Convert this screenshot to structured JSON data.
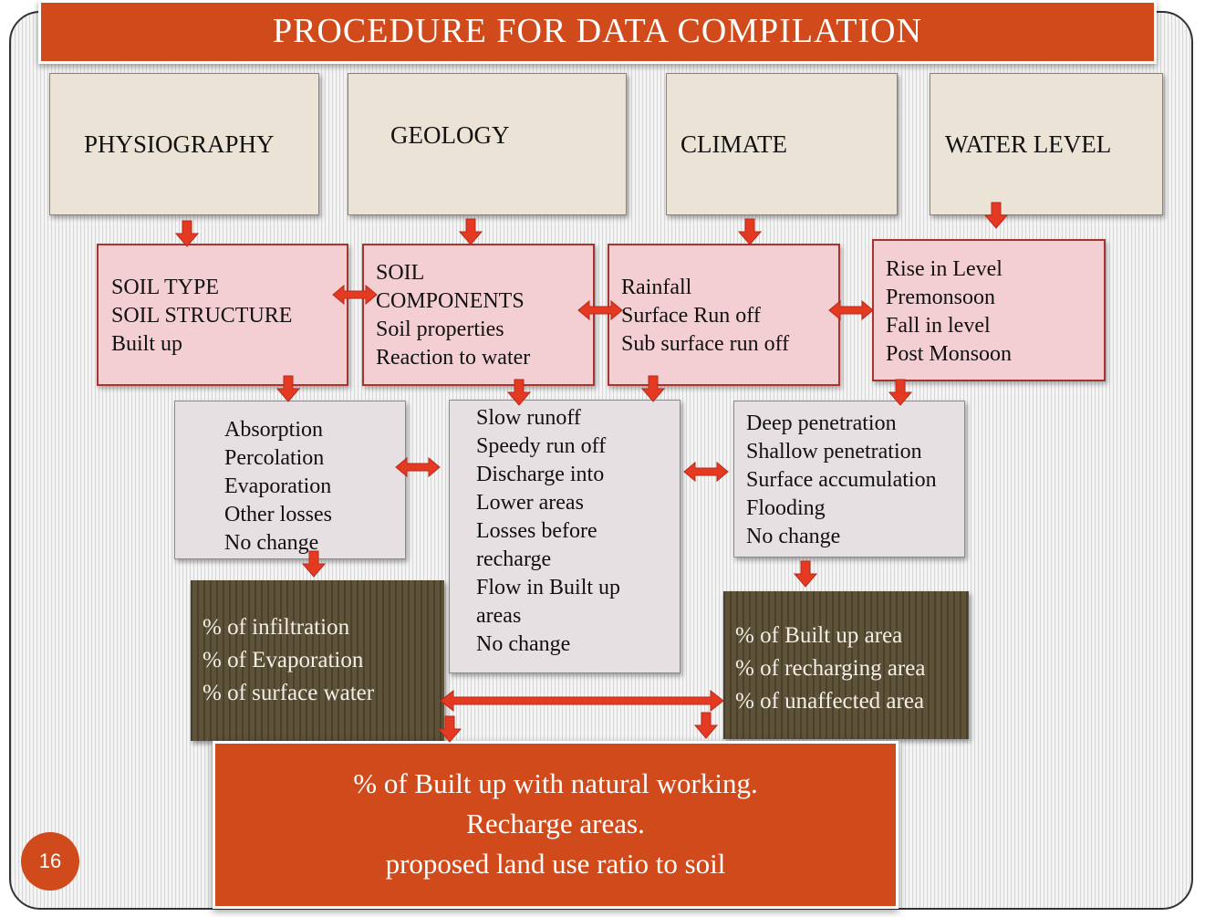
{
  "title": "PROCEDURE FOR  DATA COMPILATION",
  "page_number": "16",
  "colors": {
    "accent": "#d14a1c",
    "arrow": "#e43a22",
    "top_box": "#ece3d7",
    "pink_box": "#f3cfd3",
    "grey_box": "#e6e0e3",
    "brown_box": "#5e5238"
  },
  "row1": [
    "PHYSIOGRAPHY",
    "GEOLOGY",
    "CLIMATE",
    "WATER LEVEL"
  ],
  "row2": {
    "physiography": [
      "SOIL TYPE",
      "SOIL STRUCTURE",
      "Built up"
    ],
    "geology": [
      "SOIL",
      "COMPONENTS",
      "Soil properties",
      "Reaction to water"
    ],
    "climate": [
      "Rainfall",
      "Surface Run off",
      "Sub surface run off"
    ],
    "water_level": [
      "Rise in Level",
      "Premonsoon",
      "Fall in level",
      "Post Monsoon"
    ]
  },
  "row3": {
    "left": [
      "Absorption",
      "Percolation",
      "Evaporation",
      "Other losses",
      "No change"
    ],
    "middle": [
      "Slow runoff",
      "Speedy run off",
      "Discharge into",
      "Lower areas",
      "Losses  before",
      "recharge",
      "Flow in Built up",
      "areas",
      "No change"
    ],
    "right": [
      "Deep penetration",
      "Shallow penetration",
      "Surface accumulation",
      "Flooding",
      "No change"
    ]
  },
  "row4": {
    "left": [
      "% of infiltration",
      "% of Evaporation",
      "% of surface water"
    ],
    "right": [
      "% of Built up area",
      "% of recharging area",
      "% of  unaffected area"
    ]
  },
  "final": [
    "% of Built up with natural working.",
    "Recharge areas.",
    "proposed land use ratio to soil"
  ]
}
